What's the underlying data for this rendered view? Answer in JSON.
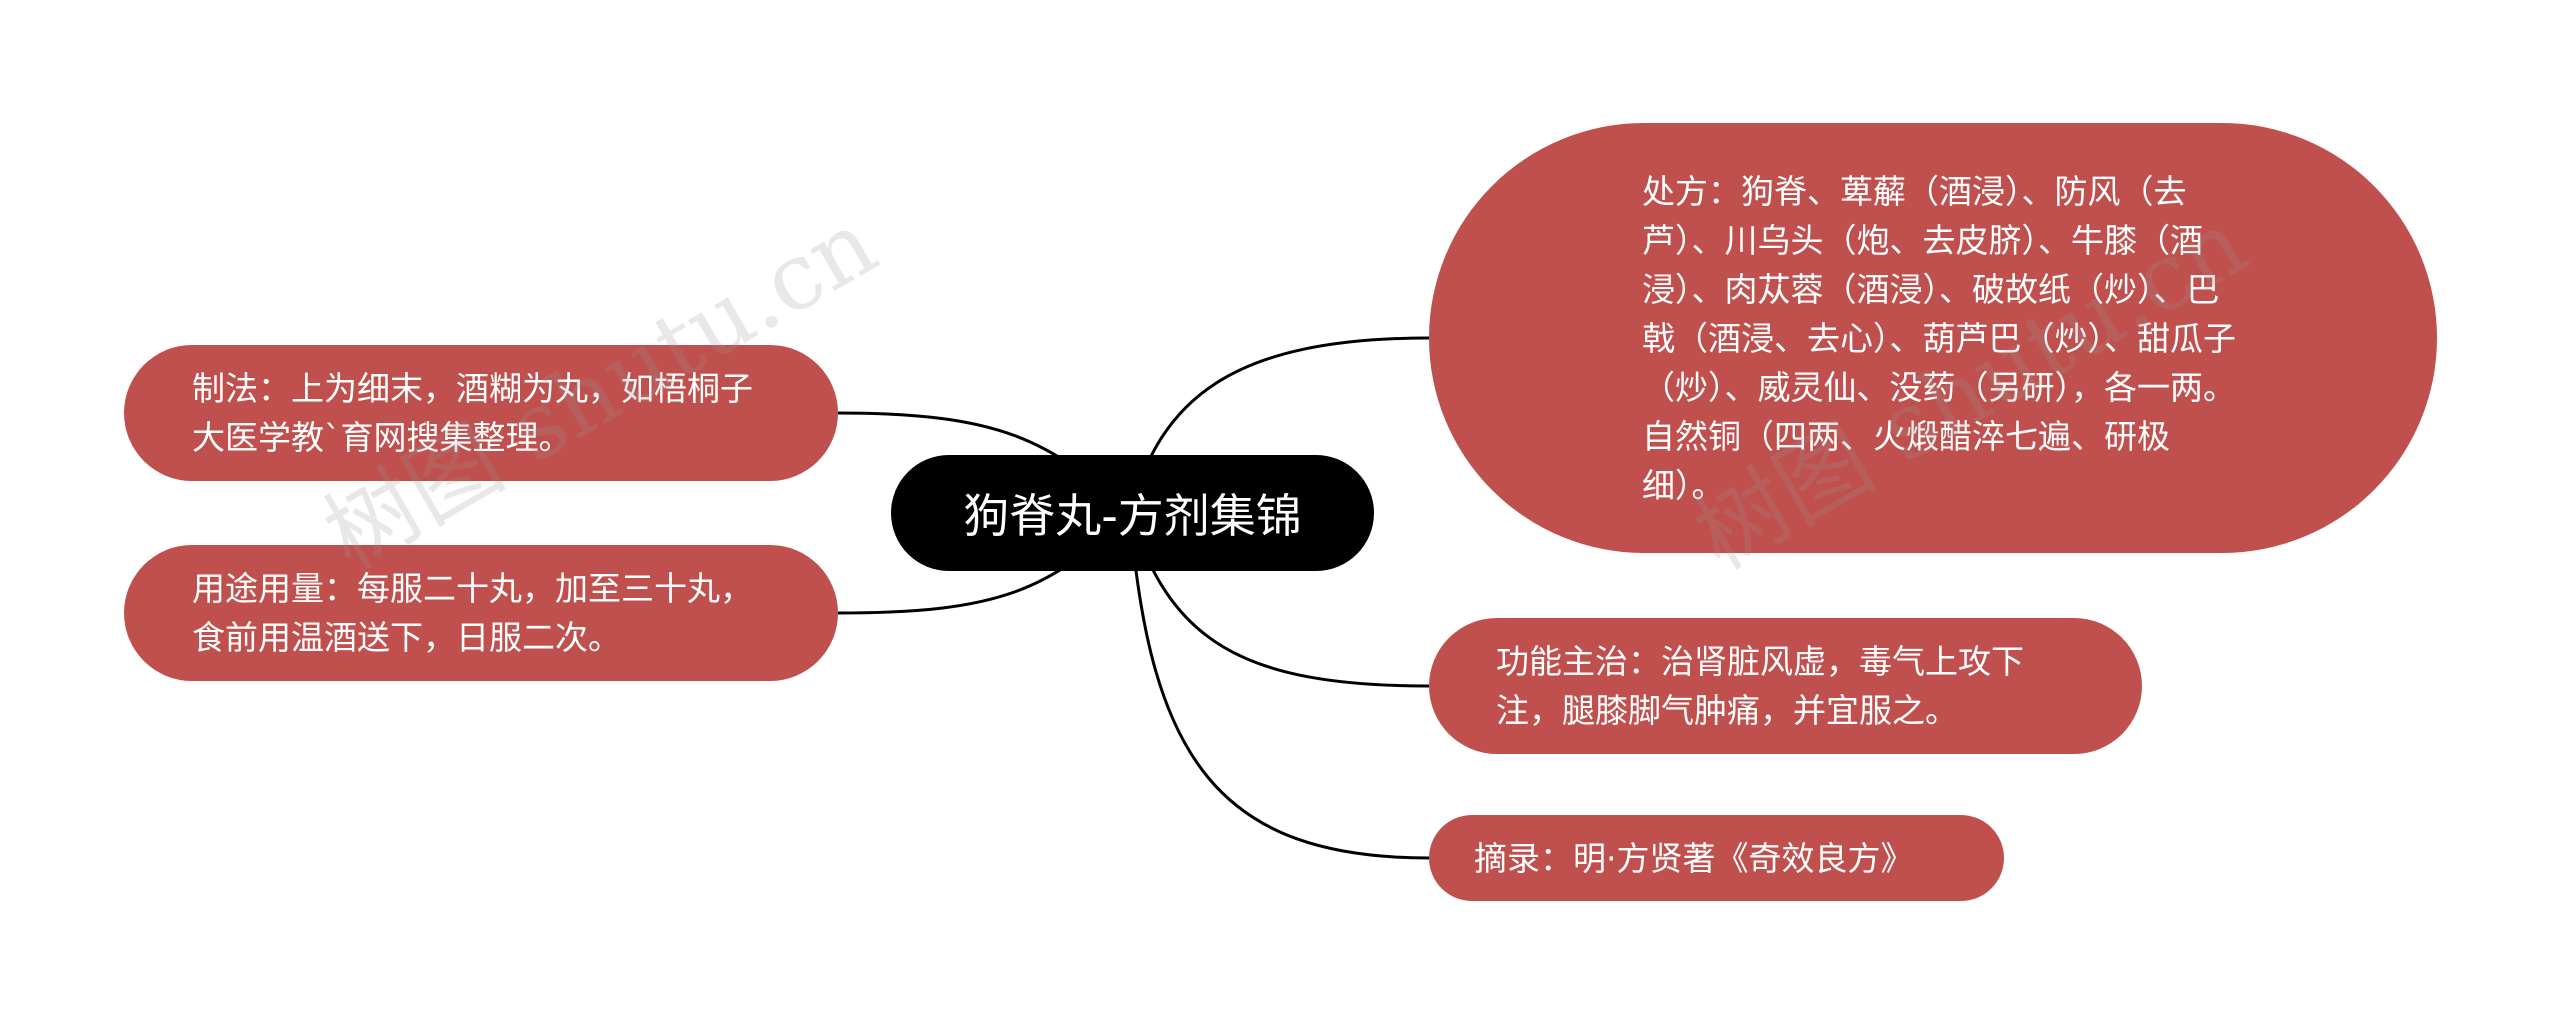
{
  "root": {
    "label": "狗脊丸-方剂集锦"
  },
  "nodes": {
    "left1": "制法：上为细末，酒糊为丸，如梧桐子大医学教`育网搜集整理。",
    "left2": "用途用量：每服二十丸，加至三十丸，食前用温酒送下，日服二次。",
    "right1": "处方：狗脊、萆薢（酒浸）、防风（去芦）、川乌头（炮、去皮脐）、牛膝（酒浸）、肉苁蓉（酒浸）、破故纸（炒）、巴戟（酒浸、去心）、葫芦巴（炒）、甜瓜子（炒）、威灵仙、没药（另研），各一两。自然铜（四两、火煅醋淬七遍、研极细）。",
    "right2": "功能主治：治肾脏风虚，毒气上攻下注，腿膝脚气肿痛，并宜服之。",
    "right3": "摘录：明·方贤著《奇效良方》"
  },
  "watermark": {
    "text1": "树图 shutu.cn",
    "text2": "树图 shutu.cn"
  },
  "colors": {
    "node_fill": "#c0504d",
    "root_fill": "#000000",
    "link": "#000000"
  }
}
